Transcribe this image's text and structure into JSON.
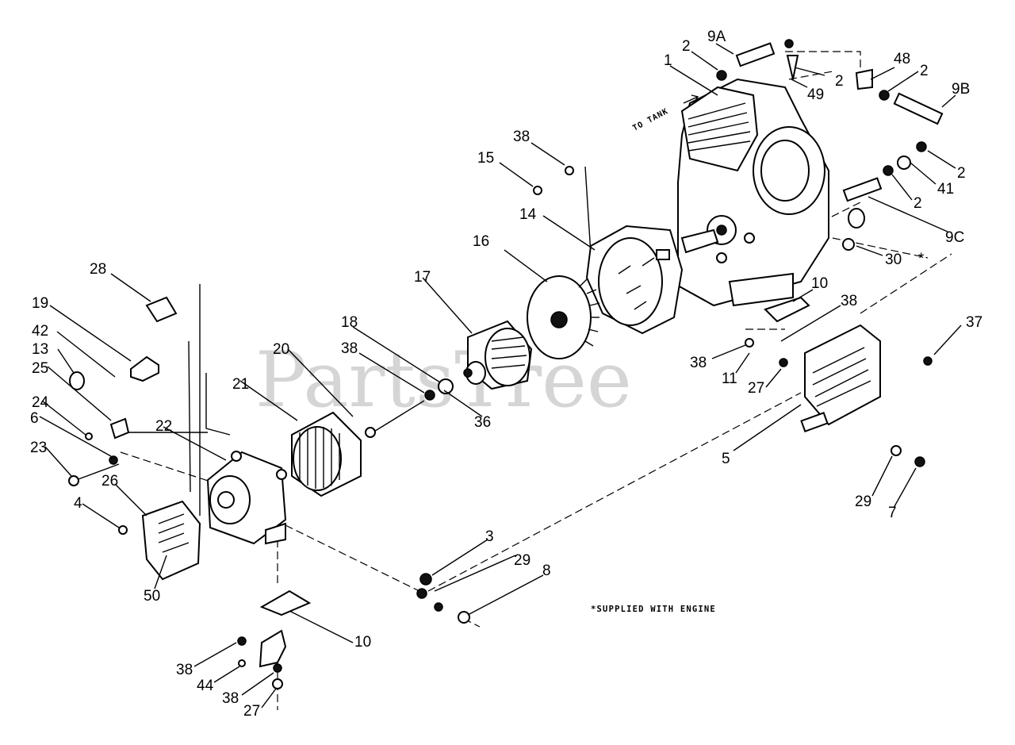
{
  "watermark": "PartsTree",
  "footnote": "*SUPPLIED WITH ENGINE",
  "tank_label": "TO TANK",
  "asterisk": "*",
  "callouts": {
    "c1": "1",
    "c2a": "2",
    "c9a": "9A",
    "c2b": "2",
    "c49": "49",
    "c48": "48",
    "c2c": "2",
    "c9b": "9B",
    "c2d": "2",
    "c41": "41",
    "c2e": "2",
    "c9c": "9C",
    "c30": "30",
    "c38a": "38",
    "c15": "15",
    "c14": "14",
    "c16": "16",
    "c17": "17",
    "c10a": "10",
    "c38b": "38",
    "c37": "37",
    "c38c": "38",
    "c11": "11",
    "c27a": "27",
    "c28": "28",
    "c19": "19",
    "c42": "42",
    "c13": "13",
    "c25": "25",
    "c24": "24",
    "c6": "6",
    "c23": "23",
    "c4": "4",
    "c26": "26",
    "c22": "22",
    "c21": "21",
    "c20": "20",
    "c18": "18",
    "c38d": "38",
    "c36": "36",
    "c50": "50",
    "c5": "5",
    "c29a": "29",
    "c7": "7",
    "c3": "3",
    "c29b": "29",
    "c8": "8",
    "c10b": "10",
    "c38e": "38",
    "c44": "44",
    "c38f": "38",
    "c27b": "27"
  }
}
